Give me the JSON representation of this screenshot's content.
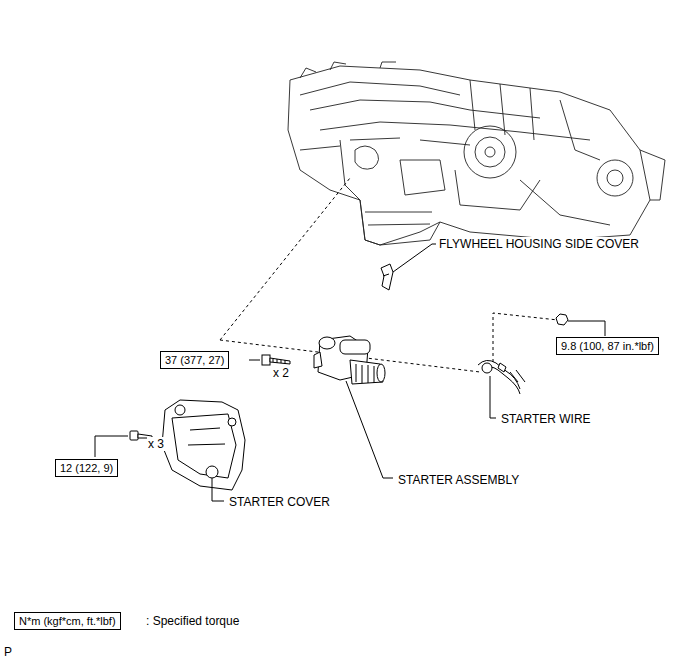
{
  "diagram": {
    "nodes": [
      {
        "text": [
          "37 (377, 27)"
        ]
      },
      {
        "text": [
          "9.8 (100, 87 in.*lbf)"
        ]
      },
      {
        "text": [
          "12 (122, 9)"
        ]
      },
      {
        "text": [
          "N*m (kgf*cm, ft.*lbf)"
        ]
      }
    ],
    "labels": [
      "FLYWHEEL HOUSING SIDE COVER",
      "x 2",
      "STARTER WIRE",
      "x 3",
      "STARTER ASSEMBLY",
      "STARTER COVER",
      ": Specified torque",
      "P"
    ]
  }
}
